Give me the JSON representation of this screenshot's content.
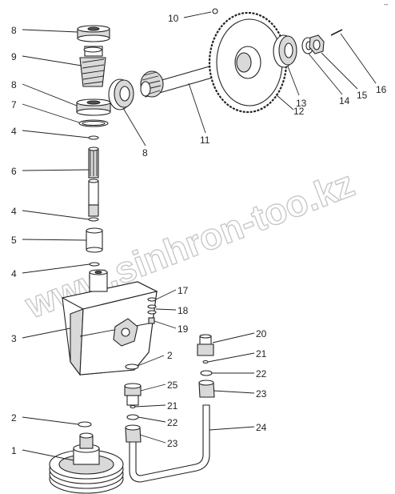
{
  "diagram": {
    "watermark": "www.sinhron-too.kz",
    "corner_mark": "--",
    "callouts": [
      {
        "id": "c10",
        "text": "10"
      },
      {
        "id": "c8a",
        "text": "8"
      },
      {
        "id": "c9",
        "text": "9"
      },
      {
        "id": "c8b",
        "text": "8"
      },
      {
        "id": "c7",
        "text": "7"
      },
      {
        "id": "c4a",
        "text": "4"
      },
      {
        "id": "c6",
        "text": "6"
      },
      {
        "id": "c4b",
        "text": "4"
      },
      {
        "id": "c5",
        "text": "5"
      },
      {
        "id": "c4c",
        "text": "4"
      },
      {
        "id": "c3",
        "text": "3"
      },
      {
        "id": "c2a",
        "text": "2"
      },
      {
        "id": "c2b",
        "text": "2"
      },
      {
        "id": "c1",
        "text": "1"
      },
      {
        "id": "c8c",
        "text": "8"
      },
      {
        "id": "c11",
        "text": "11"
      },
      {
        "id": "c12",
        "text": "12"
      },
      {
        "id": "c13",
        "text": "13"
      },
      {
        "id": "c14",
        "text": "14"
      },
      {
        "id": "c15",
        "text": "15"
      },
      {
        "id": "c16",
        "text": "16"
      },
      {
        "id": "c17",
        "text": "17"
      },
      {
        "id": "c18",
        "text": "18"
      },
      {
        "id": "c19",
        "text": "19"
      },
      {
        "id": "c20",
        "text": "20"
      },
      {
        "id": "c21a",
        "text": "21"
      },
      {
        "id": "c22a",
        "text": "22"
      },
      {
        "id": "c23a",
        "text": "23"
      },
      {
        "id": "c24",
        "text": "24"
      },
      {
        "id": "c25",
        "text": "25"
      },
      {
        "id": "c21b",
        "text": "21"
      },
      {
        "id": "c22b",
        "text": "22"
      },
      {
        "id": "c23b",
        "text": "23"
      }
    ]
  }
}
